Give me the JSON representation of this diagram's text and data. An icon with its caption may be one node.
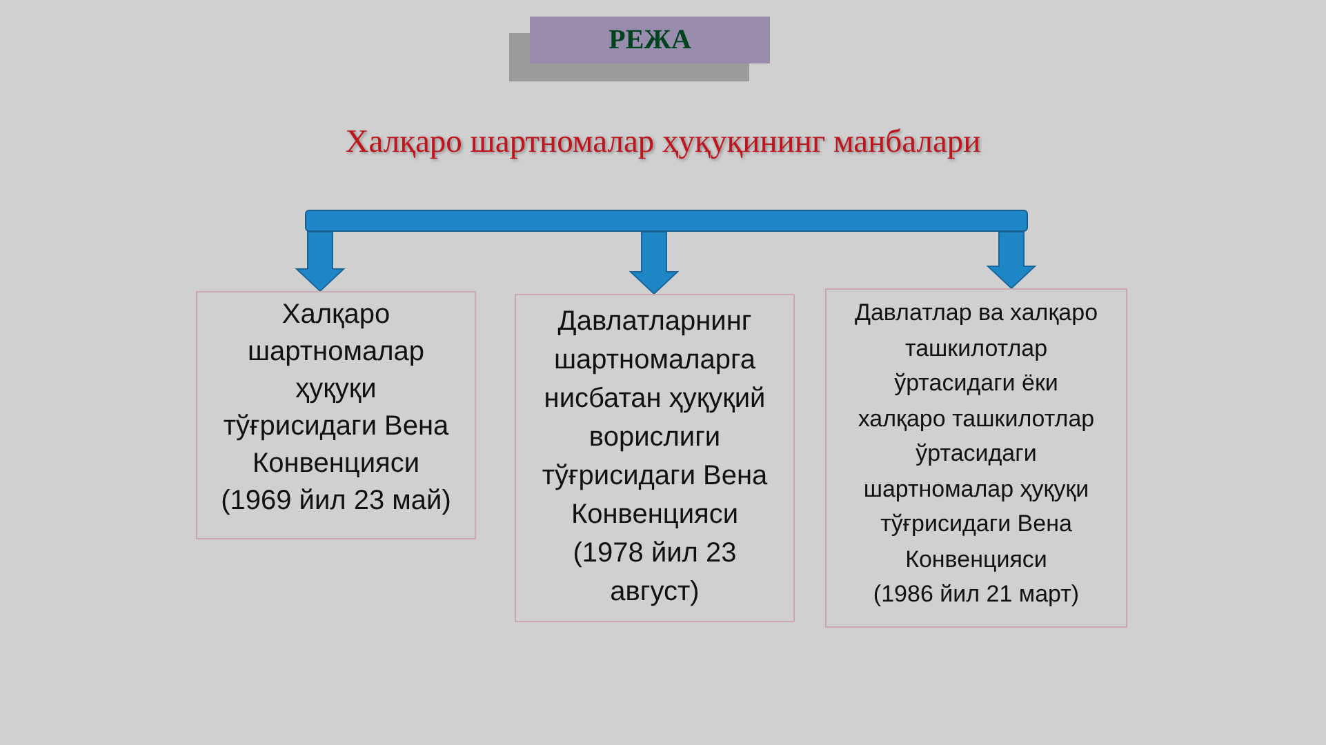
{
  "diagram": {
    "title": "РЕЖА",
    "nodes": [
      {
        "text": [],
        "shape": "bar"
      },
      {
        "text": [
          "Халқаро шартномалар ҳуқуқи тўғрисидаги Вена Конвенцияси (1969 йил 23 май)"
        ]
      },
      {
        "text": [
          "Давлатларнинг шартномаларга нисбатан ҳуқуқий ворислиги тўғрисидаги Вена Конвенцияси (1978 йил 23 август)"
        ]
      },
      {
        "text": [
          "Давлатлар ва халқаро ташкилотлар ўртасидаги ёки халқаро ташкилотлар ўртасидаги шартномалар ҳуқуқи тўғрисидаги Вена Конвенцияси",
          "(1986 йил 21 март)"
        ]
      }
    ],
    "edges": [
      {
        "from": 0,
        "to": 1,
        "arrow": "to"
      },
      {
        "from": 0,
        "to": 2,
        "arrow": "to"
      },
      {
        "from": 0,
        "to": 3,
        "arrow": "to"
      }
    ],
    "labels": [
      "Халқаро шартномалар ҳуқуқининг манбалари"
    ]
  }
}
